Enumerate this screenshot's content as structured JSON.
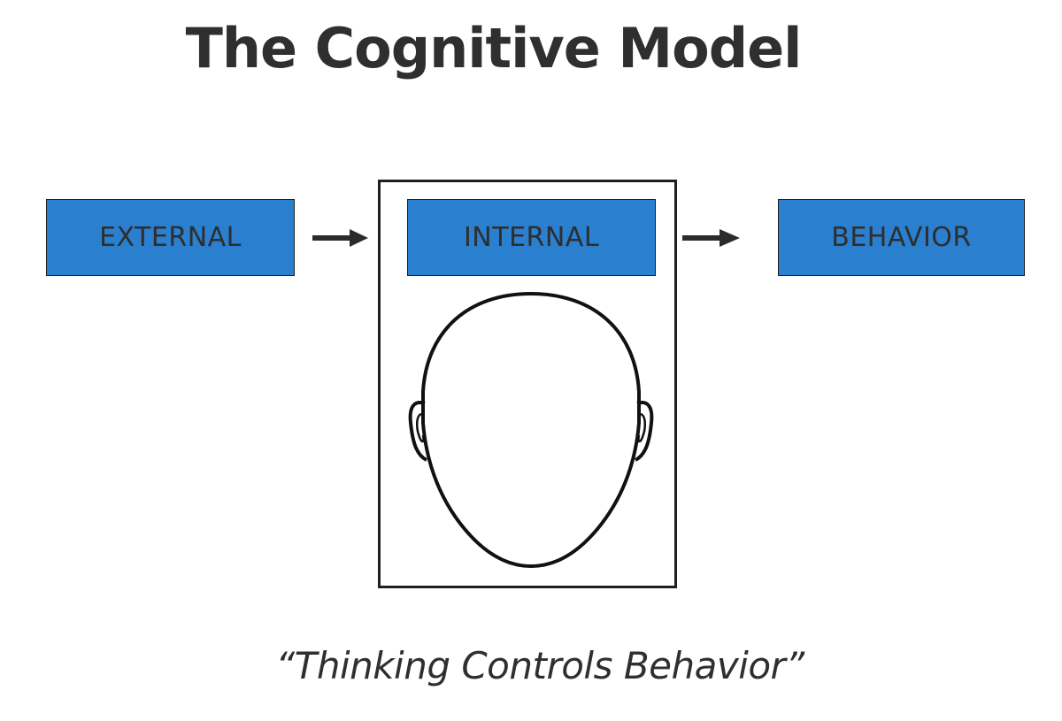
{
  "title": "The Cognitive Model",
  "boxes": {
    "external": "EXTERNAL",
    "internal": "INTERNAL",
    "behavior": "BEHAVIOR"
  },
  "caption": "“Thinking Controls Behavior”",
  "colors": {
    "box_fill": "#2a7fcf",
    "text": "#2f2f2f",
    "line": "#1f1f1f"
  },
  "icons": {
    "head": "head-outline-icon",
    "arrow": "right-arrow-icon"
  }
}
